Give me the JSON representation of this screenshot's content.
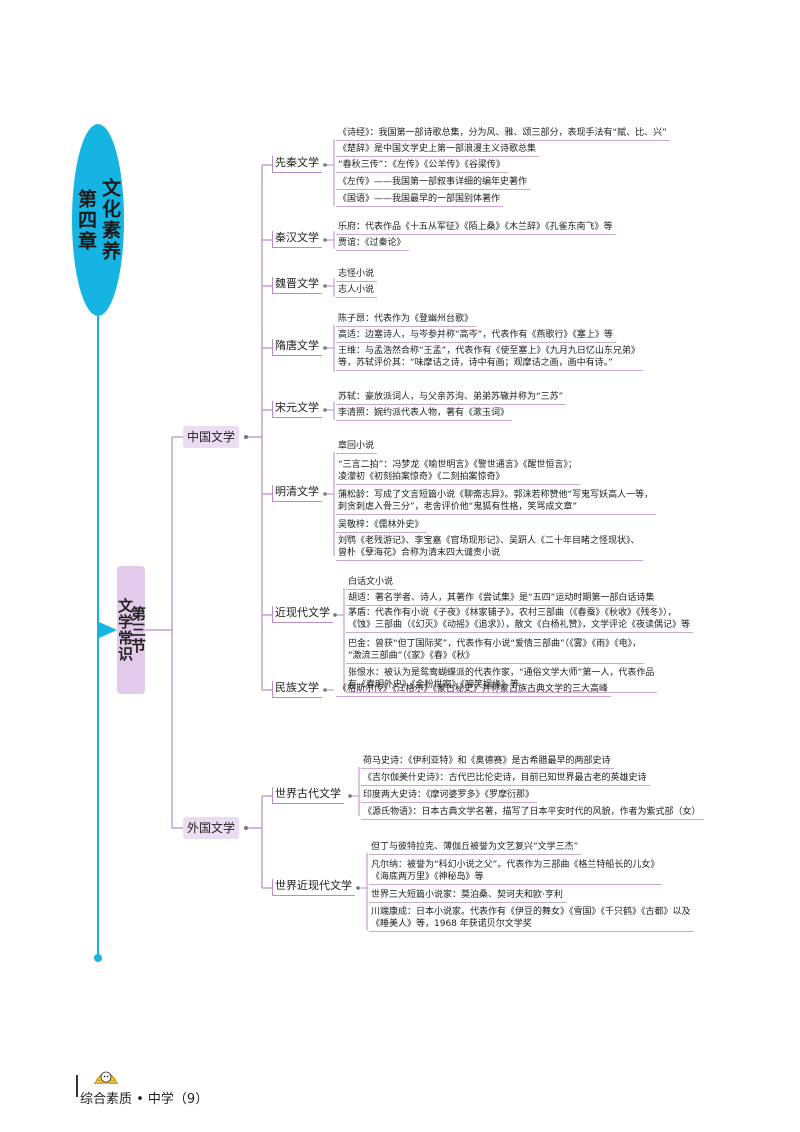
{
  "chapter": {
    "title_col1": "第四章",
    "title_col2": "文化素养"
  },
  "section": {
    "title_col1": "第三节",
    "title_col2": "文学常识"
  },
  "chinese": {
    "label": "中国文学",
    "xianqin": {
      "label": "先秦文学",
      "items": [
        "《诗经》：我国第一部诗歌总集，分为风、雅、颂三部分，表现手法有“赋、比、兴”",
        "《楚辞》是中国文学史上第一部浪漫主义诗歌总集",
        "“春秋三传”：《左传》《公羊传》《谷梁传》",
        "《左传》——我国第一部叙事详细的编年史著作",
        "《国语》——我国最早的一部国别体著作"
      ]
    },
    "qinhan": {
      "label": "秦汉文学",
      "items": [
        "乐府：代表作品《十五从军征》《陌上桑》《木兰辞》《孔雀东南飞》等",
        "贾谊：《过秦论》"
      ]
    },
    "weijin": {
      "label": "魏晋文学",
      "items": [
        "志怪小说",
        "志人小说"
      ]
    },
    "suitang": {
      "label": "隋唐文学",
      "items": [
        "陈子昂：代表作为《登幽州台歌》",
        "高适：边塞诗人，与岑参并称“高岑”，代表作有《燕歌行》《塞上》等",
        "王维：与孟浩然合称“王孟”，代表作有《使至塞上》《九月九日忆山东兄弟》",
        "等，苏轼评价其：“味摩诘之诗，诗中有画；观摩诘之画，画中有诗。”"
      ]
    },
    "songyuan": {
      "label": "宋元文学",
      "items": [
        "苏轼：豪放派词人，与父亲苏洵、弟弟苏辙并称为“三苏”",
        "李清照：婉约派代表人物，著有《漱玉词》"
      ]
    },
    "mingqing": {
      "label": "明清文学",
      "items": [
        "章回小说",
        "“三言二拍”：冯梦龙《喻世明言》《警世通言》《醒世恒言》；",
        "凌濛初《初刻拍案惊奇》《二刻拍案惊奇》",
        "蒲松龄：写成了文言短篇小说《聊斋志异》。郭沫若称赞他“写鬼写妖高人一等，",
        "刺贪刺虐入骨三分”，老舍评价他“鬼狐有性格，笑骂成文章”",
        "吴敬梓：《儒林外史》",
        "刘鹗《老残游记》、李宝嘉《官场现形记》、吴趼人《二十年目睹之怪现状》、",
        "曾朴《孽海花》合称为清末四大谴责小说"
      ]
    },
    "jinxiandai": {
      "label": "近现代文学",
      "items": [
        "白话文小说",
        "胡适：著名学者、诗人，其著作《尝试集》是“五四”运动时期第一部白话诗集",
        "茅盾：代表作有小说《子夜》《林家铺子》，农村三部曲（《春蚕》《秋收》《残冬》），",
        "《蚀》三部曲（《幻灭》《动摇》《追求》），散文《白杨礼赞》，文学评论《夜读偶记》等",
        "巴金：曾获“但丁国际奖”，代表作有小说“爱情三部曲”（《雾》《雨》《电》，",
        "“激流三部曲”（《家》《春》《秋》",
        "张恨水：被认为是鸳鸯蝴蝶派的代表作家，“通俗文学大师”第一人，代表作品",
        "有《春明外史》《金粉世家》《啼笑姻缘》等"
      ]
    },
    "minzu": {
      "label": "民族文学",
      "items": [
        "《格斯尔传》《江格尔》《蒙古秘史》并称蒙古族古典文学的三大高峰"
      ]
    }
  },
  "foreign": {
    "label": "外国文学",
    "gudai": {
      "label": "世界古代文学",
      "items": [
        "荷马史诗：《伊利亚特》和《奥德赛》是古希腊最早的两部史诗",
        "《吉尔伽美什史诗》：古代巴比伦史诗，目前已知世界最古老的英雄史诗",
        "印度两大史诗：《摩诃婆罗多》《罗摩衍那》",
        "《源氏物语》：日本古典文学名著，描写了日本平安时代的风貌，作者为紫式部（女）"
      ]
    },
    "jinxiandai": {
      "label": "世界近现代文学",
      "items": [
        "但丁与彼特拉克、薄伽丘被誉为文艺复兴“文学三杰”",
        "凡尔纳：被誉为“科幻小说之父”。代表作为三部曲《格兰特船长的儿女》",
        "《海底两万里》《神秘岛》等",
        "世界三大短篇小说家：莫泊桑、契诃夫和欧·亨利",
        "川端康成：日本小说家。代表作有《伊豆的舞女》《雪国》《千只鹤》《古都》以及",
        "《睡美人》等，1968 年获诺贝尔文学奖"
      ]
    }
  },
  "footer": {
    "text": "综合素质 • 中学（9）"
  },
  "colors": {
    "chapter_bg": "#16b4e3",
    "section_bg": "#e3c9ea",
    "branch_line": "#b98bc7",
    "trunk_line": "#16b4e3"
  }
}
